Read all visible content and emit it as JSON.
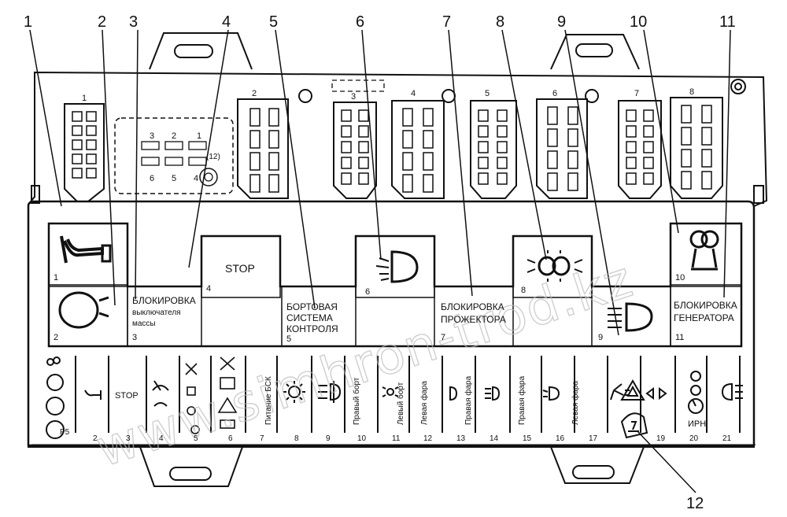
{
  "callouts": [
    "1",
    "2",
    "3",
    "4",
    "5",
    "6",
    "7",
    "8",
    "9",
    "10",
    "11",
    "12"
  ],
  "connectors": [
    "1",
    "2",
    "3",
    "4",
    "5",
    "6",
    "7",
    "8"
  ],
  "relay_numbers": [
    "3",
    "2",
    "1",
    "6",
    "5",
    "4"
  ],
  "relay_extra": "(12)",
  "indicators": {
    "i1": "1",
    "i2": "2",
    "i3_title": "БЛОКИРОВКА",
    "i3_sub1": "выключателя",
    "i3_sub2": "массы",
    "i3_num": "3",
    "i4_text": "STOP",
    "i4_num": "4",
    "i5_line1": "БОРТОВАЯ",
    "i5_line2": "СИСТЕМА",
    "i5_line3": "КОНТРОЛЯ",
    "i5_num": "5",
    "i6_num": "6",
    "i7_line1": "БЛОКИРОВКА",
    "i7_line2": "ПРОЖЕКТОРА",
    "i7_num": "7",
    "i8_num": "8",
    "i9_num": "9",
    "i10_num": "10",
    "i11_line1": "БЛОКИРОВКА",
    "i11_line2": "ГЕНЕРАТОРА",
    "i11_num": "11"
  },
  "fuse_labels": {
    "stop": "STOP",
    "pitanie_bsk": "Питание БСК",
    "pravyi_bort": "Правый борт",
    "levyi_bort": "Левый борт",
    "levaya_fara_1": "Левая фара",
    "pravaya_fara_1": "Правая фара",
    "pravaya_fara_2": "Правая фара",
    "levaya_fara_2": "Левая фара",
    "irn": "ИРН",
    "p5": "P5"
  },
  "fuse_numbers": [
    "2",
    "3",
    "4",
    "5",
    "6",
    "7",
    "8",
    "9",
    "10",
    "11",
    "12",
    "13",
    "14",
    "15",
    "16",
    "17",
    "19",
    "20",
    "21"
  ],
  "watermark": "www.simhron-trod.kz"
}
